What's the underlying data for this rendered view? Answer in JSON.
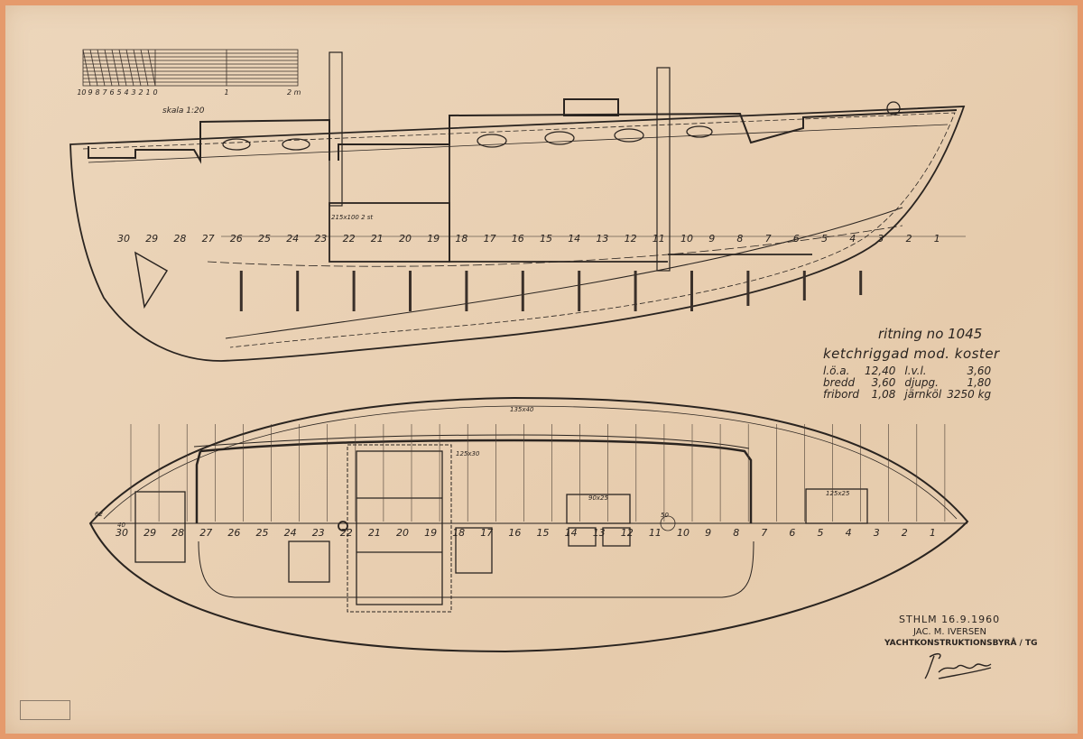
{
  "scale": {
    "ticks": [
      "10",
      "9",
      "8",
      "7",
      "6",
      "5",
      "4",
      "3",
      "2",
      "1",
      "0",
      "1",
      "2 m"
    ],
    "label": "skala 1:20"
  },
  "title_block": {
    "drawing_no": "ritning no 1045",
    "type": "ketchriggad mod. koster",
    "specs": [
      {
        "k1": "l.ö.a.",
        "v1": "12,40",
        "k2": "l.v.l.",
        "v2": "3,60"
      },
      {
        "k1": "bredd",
        "v1": "3,60",
        "k2": "djupg.",
        "v2": "1,80"
      },
      {
        "k1": "fribord",
        "v1": "1,08",
        "k2": "järnköl",
        "v2": "3250 kg"
      }
    ]
  },
  "signature_block": {
    "place_date": "STHLM 16.9.1960",
    "designer": "JAC. M. IVERSEN",
    "office": "YACHTKONSTRUKTIONSBYRÅ / TG",
    "signature": "Iversen"
  },
  "stations": [
    "30",
    "29",
    "28",
    "27",
    "26",
    "25",
    "24",
    "23",
    "22",
    "21",
    "20",
    "19",
    "18",
    "17",
    "16",
    "15",
    "14",
    "13",
    "12",
    "11",
    "10",
    "9",
    "8",
    "7",
    "6",
    "5",
    "4",
    "3",
    "2",
    "1"
  ],
  "plan_labels": [
    "125x30",
    "135x40",
    "90x25",
    "125x25",
    "50",
    "40",
    "62"
  ],
  "side_labels": [
    "215x100 2 st"
  ],
  "colors": {
    "paper": "#ebd4b8",
    "ink": "#2a2420",
    "border": "#e59a6c"
  }
}
